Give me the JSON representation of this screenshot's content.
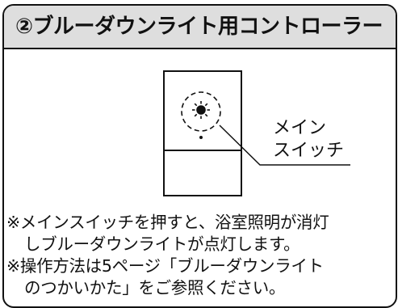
{
  "header": {
    "title": "②ブルーダウンライト用コントローラー"
  },
  "illustration": {
    "switch_label_line1": "メイン",
    "switch_label_line2": "スイッチ",
    "sun_icon": "sun-icon"
  },
  "notes": [
    "※メインスイッチを押すと、浴室照明が消灯",
    "しブルーダウンライトが点灯します。",
    "※操作方法は5ページ「ブルーダウンライト",
    "のつかいかた」をご参照ください。"
  ],
  "colors": {
    "header_bg": "#dedede",
    "border": "#111111"
  }
}
